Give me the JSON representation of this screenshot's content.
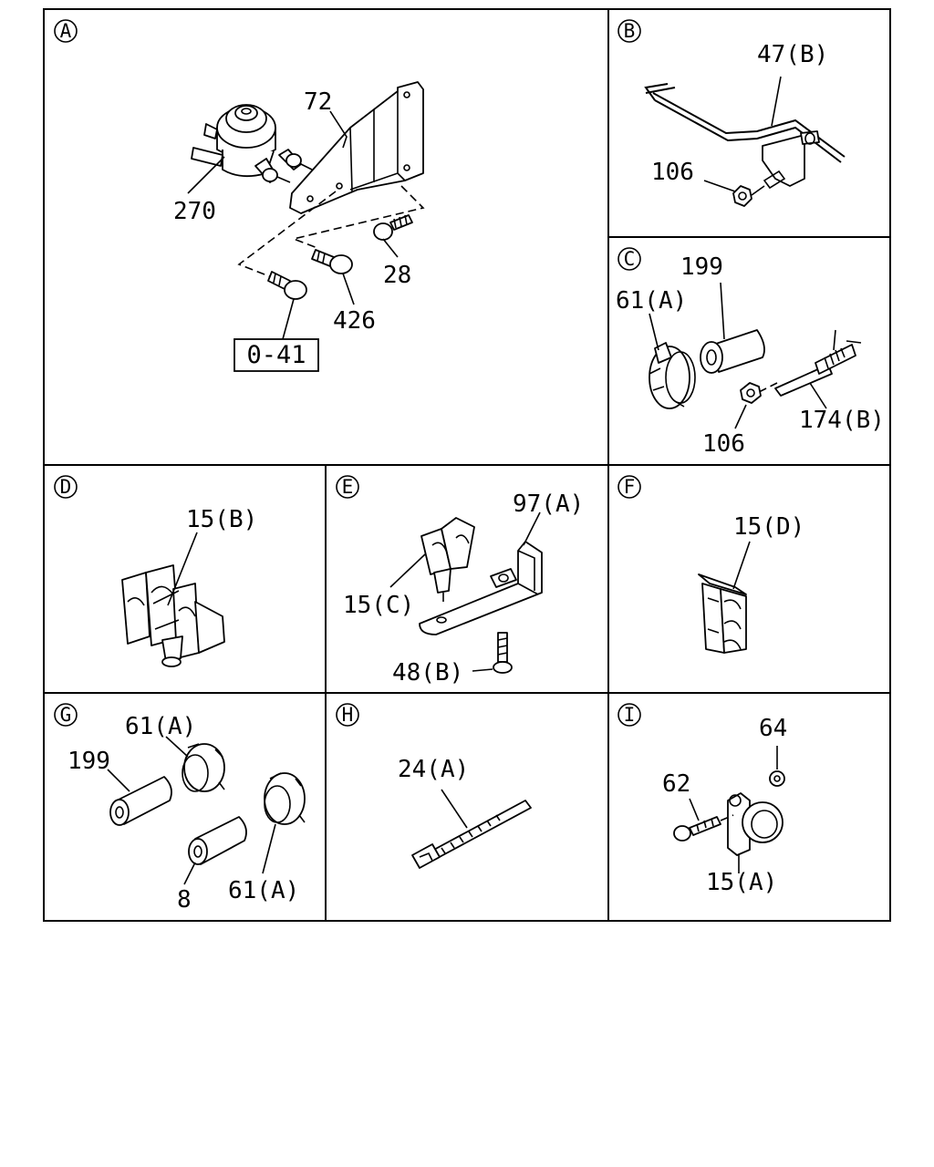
{
  "panels": [
    {
      "letter": "A",
      "labels": [
        "72",
        "270",
        "28",
        "426"
      ],
      "ref_box": "0-41"
    },
    {
      "letter": "B",
      "labels": [
        "47(B)",
        "106"
      ]
    },
    {
      "letter": "C",
      "labels": [
        "199",
        "61(A)",
        "106",
        "174(B)"
      ]
    },
    {
      "letter": "D",
      "labels": [
        "15(B)"
      ]
    },
    {
      "letter": "E",
      "labels": [
        "97(A)",
        "15(C)",
        "48(B)"
      ]
    },
    {
      "letter": "F",
      "labels": [
        "15(D)"
      ]
    },
    {
      "letter": "G",
      "labels": [
        "61(A)",
        "199",
        "8",
        "61(A)"
      ]
    },
    {
      "letter": "H",
      "labels": [
        "24(A)"
      ]
    },
    {
      "letter": "I",
      "labels": [
        "64",
        "62",
        "15(A)"
      ]
    }
  ]
}
